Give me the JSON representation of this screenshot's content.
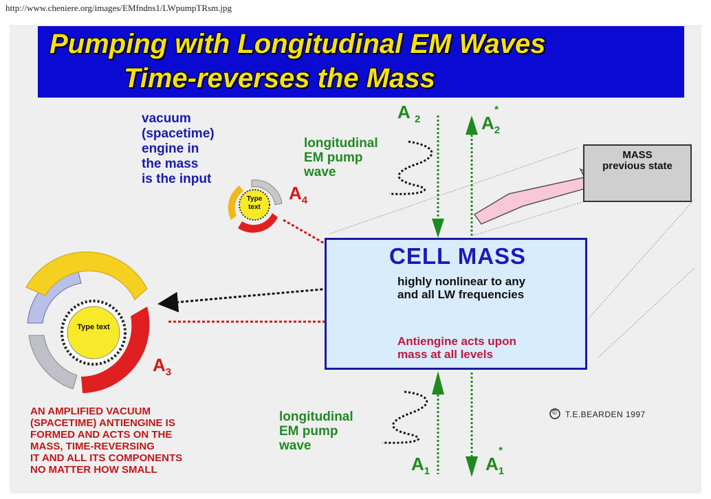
{
  "url": "http://www.cheniere.org/images/EMfndns1/LWpumpTRsm.jpg",
  "title": {
    "line1": "Pumping with Longitudinal EM Waves",
    "line2": "Time-reverses the Mass"
  },
  "vacuum_engine": [
    "vacuum",
    "(spacetime)",
    "engine in",
    "the mass",
    "is the input"
  ],
  "pump_wave_top": [
    "longitudinal",
    "EM pump",
    "wave"
  ],
  "pump_wave_bottom": [
    "longitudinal",
    "EM pump",
    "wave"
  ],
  "cell_mass": {
    "title": "CELL MASS",
    "subtitle": [
      "highly nonlinear to any",
      "and all LW frequencies"
    ],
    "antiengine": [
      "Antiengine acts upon",
      "mass at all levels"
    ]
  },
  "mass_previous": [
    "MASS",
    "previous state"
  ],
  "amplitudes": {
    "a1": "A",
    "a1_sub": "1",
    "a1_star": "A",
    "a1_star_sub": "1",
    "a1_star_sup": "*",
    "a2": "A",
    "a2_sub": "2",
    "a2_star": "A",
    "a2_star_sub": "2",
    "a2_star_sup": "*",
    "a3": "A",
    "a3_sub": "3",
    "a4": "A",
    "a4_sub": "4"
  },
  "type_text_small": "Type text",
  "type_text_large": "Type text",
  "antiengine_caption": [
    "AN AMPLIFIED VACUUM",
    "(SPACETIME) ANTIENGINE IS",
    "FORMED AND ACTS ON THE",
    "MASS, TIME-REVERSING",
    "IT AND ALL ITS COMPONENTS",
    "NO MATTER HOW SMALL"
  ],
  "copyright": "T.E.BEARDEN  1997",
  "copyright_symbol": "©",
  "colors": {
    "title_bg": "#0a0ad2",
    "title_fg": "#f5e018",
    "cell_box": "#d8ecfb",
    "green": "#1f8a1f",
    "red": "#c01818",
    "blue": "#1a1ab0"
  }
}
